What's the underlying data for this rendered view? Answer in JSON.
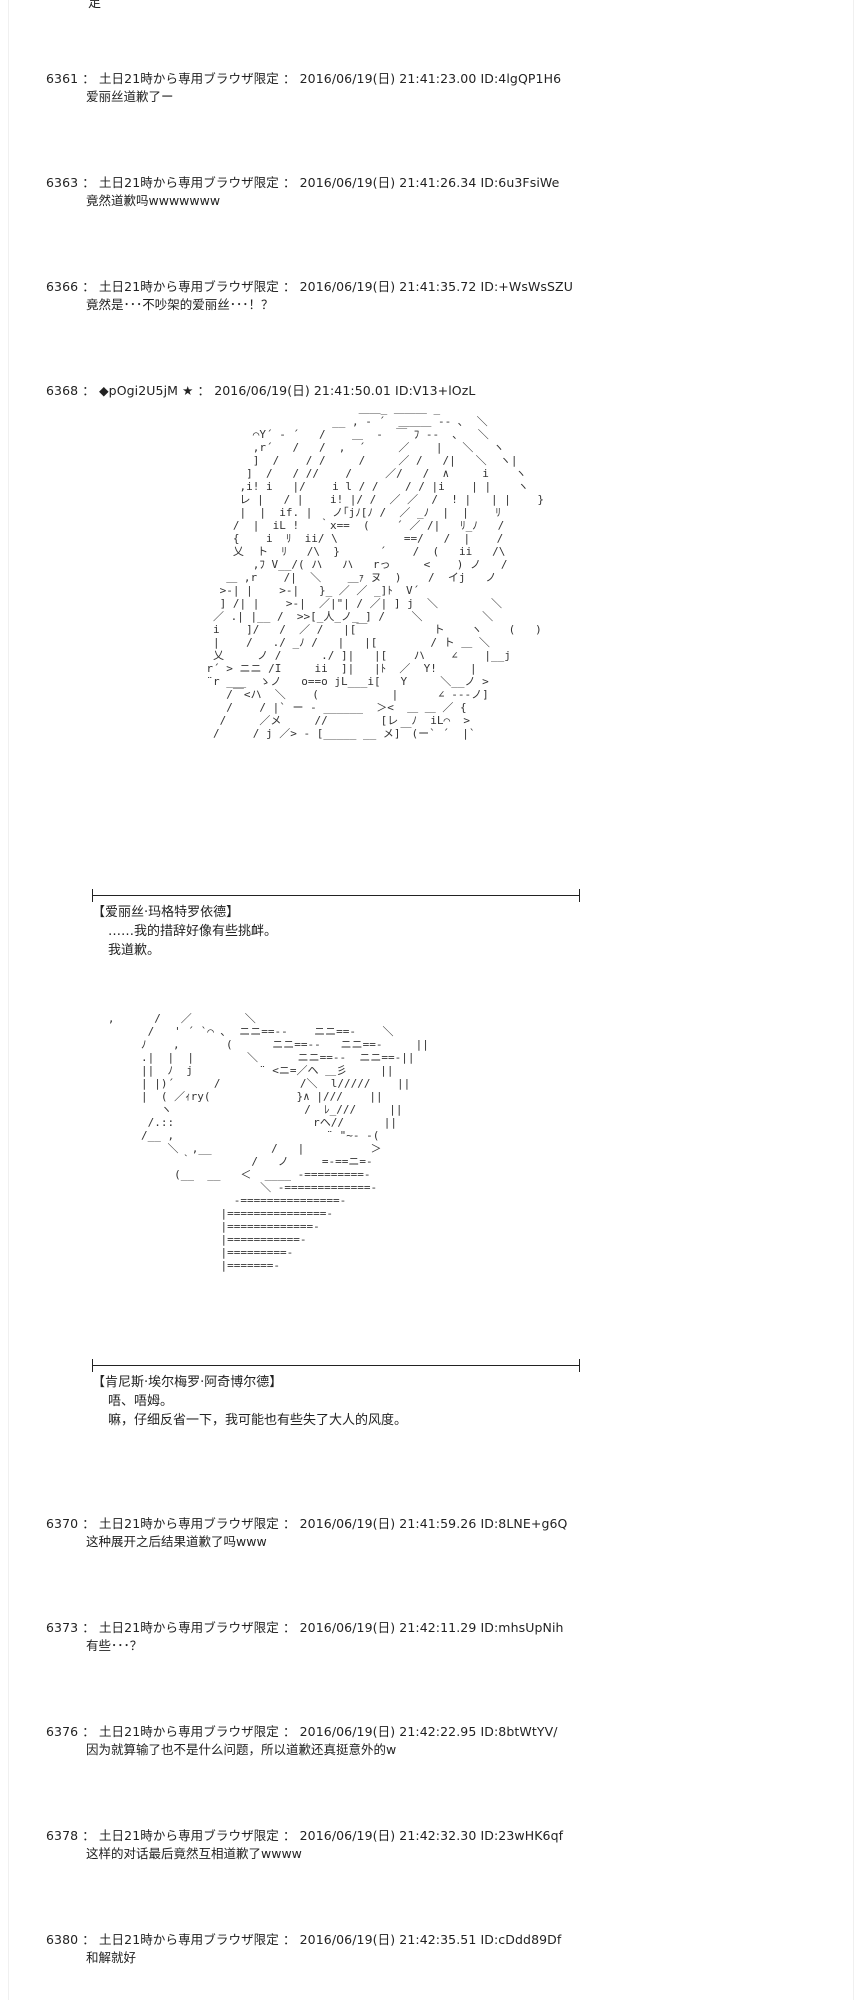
{
  "top_fragment": "足",
  "posts_a": [
    {
      "head": "6361 ： 土日21時から専用ブラウザ限定 ： 2016/06/19(日) 21:41:23.00 ID:4lgQP1H6",
      "body": "爱丽丝道歉了ー"
    },
    {
      "head": "6363 ： 土日21時から専用ブラウザ限定 ： 2016/06/19(日) 21:41:26.34 ID:6u3FsiWe",
      "body": "竟然道歉吗wwwwwww"
    },
    {
      "head": "6366 ： 土日21時から専用ブラウザ限定 ： 2016/06/19(日) 21:41:35.72 ID:+WsWsSZU",
      "body": "竟然是･･･不吵架的爱丽丝･･･！？"
    }
  ],
  "author_post": {
    "head": "6368 ： ◆pOgi2U5jM ★ ： 2016/06/19(日) 21:41:50.01 ID:V13+lOzL"
  },
  "caption_1": {
    "name": "【爱丽丝·玛格特罗依德】",
    "lines": [
      "……我的措辞好像有些挑衅。",
      "我道歉。"
    ]
  },
  "caption_2": {
    "name": "【肯尼斯·埃尔梅罗·阿奇博尔德】",
    "lines": [
      "唔、唔姆。",
      "嘛，仔细反省一下，我可能也有些失了大人的风度。"
    ]
  },
  "posts_b": [
    {
      "head": "6370 ： 土日21時から専用ブラウザ限定 ： 2016/06/19(日) 21:41:59.26 ID:8LNE+g6Q",
      "body": "这种展开之后结果道歉了吗www"
    },
    {
      "head": "6373 ： 土日21時から専用ブラウザ限定 ： 2016/06/19(日) 21:42:11.29 ID:mhsUpNih",
      "body": "有些･･･？"
    },
    {
      "head": "6376 ： 土日21時から専用ブラウザ限定 ： 2016/06/19(日) 21:42:22.95 ID:8btWtYV/",
      "body": "因为就算输了也不是什么问题，所以道歉还真挺意外的w"
    },
    {
      "head": "6378 ： 土日21時から専用ブラウザ限定 ： 2016/06/19(日) 21:42:32.30 ID:23wHK6qf",
      "body": "这样的对话最后竟然互相道歉了wwww"
    },
    {
      "head": "6380 ： 土日21時から専用ブラウザ限定 ： 2016/06/19(日) 21:42:35.51 ID:cDdd89Df",
      "body": "和解就好"
    }
  ],
  "ascii_art_1": "                              ＿＿_ ＿＿＿ _\n                          __ , ‐ ´  ＿＿＿ -- ､  ＼\n              ⌒Y´ ‐ ´   /    ＿  ‐  ￣ ﾌ --  ､   ＼\n              ,r´   /   /  ,  ´     ／    |   ＼   ヽ\n              ]  /    / /     /     ／ /   /|   ＼  ヽ|\n             ]  /   / //    /     ／/   /  ∧     i    ヽ\n            ,i! i   |/    i l / /    / / |i    | |    ヽ\n            レ |   / |    i! |/ /  ／ ／  /  ! |   | |    }\n            |  |  if. |   ノ｢jﾉ[ﾉ /  ／ _ﾉ  |  |    ﾘ\n           /  |  iL !   ｀x==  (    ´ ／ /|   ﾘ_ﾉ   /\n           {    i  ﾘ  ii/ \\          ==/   /  |    /\n           乂  ト  ﾘ   /\\  }      ´    /  (   ii   /\\\n              ,ﾌ V__/( ハ   ハ   rっ     <    ) ノ   /\n          ＿ ,r    /|  ＼    ＿ｧ ヌ  )    /  イj   ノ\n         >-| |    >-|   }_ ／ ／ _]ﾄ  V´\n         ] /| |    >-|  ／|\"| / ／| ] j  ＼        ＼\n        ／ .| |__ /  >>[_人_ノ_ ] /    ＼         ＼\n        i    ]/   /  ／ /   |[￣          ト    ヽ    (   )\n        |    /   ./ _ﾉ /   |   |[        / ト ＿ ＼\n        乂     ノ /      ./ ]|   |[    ハ    ∠    |__j\n       r´ > ニニ /I     ii  ]|   |ﾄ  ／  Y!     |\n       ¨r ___  ゝノ   o==o jL___i[   Y     ＼__ノ >\n          /￣<ハ  ＼    (           |      ∠ ---ノ]\n          /    / |` ー - ______  ＞<  ＿ ＿ ／ {\n         /     ／メ     //        [レ  ﾉ  iL⌒  >\n        /     / j ／> - [_____ __ メ]￣(ー` ´  |`",
  "ascii_art_2": "   ,      /   ／        ＼\n         /   ' ´ `⌒ ､  ニニ==--    ニニ==-    ＼\n        ﾉ    ,       (      ニニ==--   ニニ==-     ||\n        .|  |  |        ＼      ニニ==--  ニニ==-||\n        ||  ﾉ  j          ¨ <ニ=／ヘ ＿彡     ||\n        | |)´      /            /＼  l/////    ||\n        |  ( ／ｨry(             }∧ |///    ||\n           ヽ                    /  ﾚ_///     ||\n         /.::                     rヘ//      ||\n        /__ ,                       ¨ \"~- -(\n            ＼  ,__         /   |          ＞\n              ｀         /   ノ     =-==ニ=-\n             (__  __   ＜  ____ -=========-\n                          ＼ -=============-\n                      -===============-\n                    |===============-\n                    |=============-\n                    |===========-\n                    |=========-\n                    |=======-"
}
